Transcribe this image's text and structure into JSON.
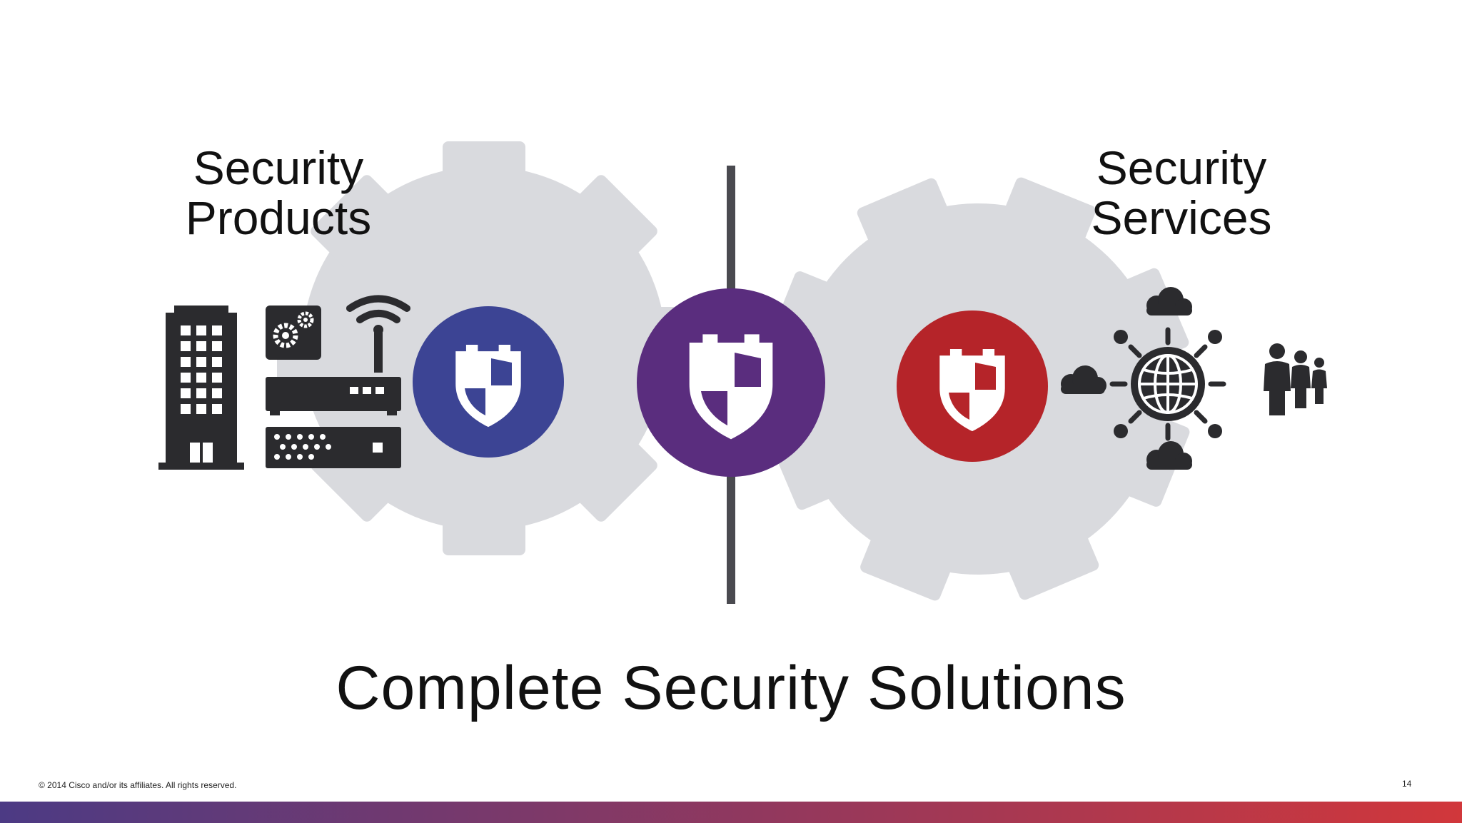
{
  "headings": {
    "products_line1": "Security",
    "products_line2": "Products",
    "services_line1": "Security",
    "services_line2": "Services"
  },
  "tagline": "Complete Security Solutions",
  "footer": {
    "copyright": "© 2014 Cisco and/or its affiliates. All rights reserved.",
    "page_number": "14"
  },
  "colors": {
    "gear": "#d9dade",
    "icon_dark": "#2b2b2e",
    "divider": "#4a4a50",
    "products_badge": "#3c4494",
    "center_badge": "#5a2d7e",
    "services_badge": "#b52429",
    "bar_start": "#4c3a84",
    "bar_end": "#d1373b"
  },
  "icons": [
    "building-icon",
    "gears-device-icon",
    "wireless-router-icon",
    "network-switch-icon",
    "server-icon",
    "shield-icon",
    "cloud-icon",
    "globe-network-icon",
    "users-group-icon"
  ]
}
